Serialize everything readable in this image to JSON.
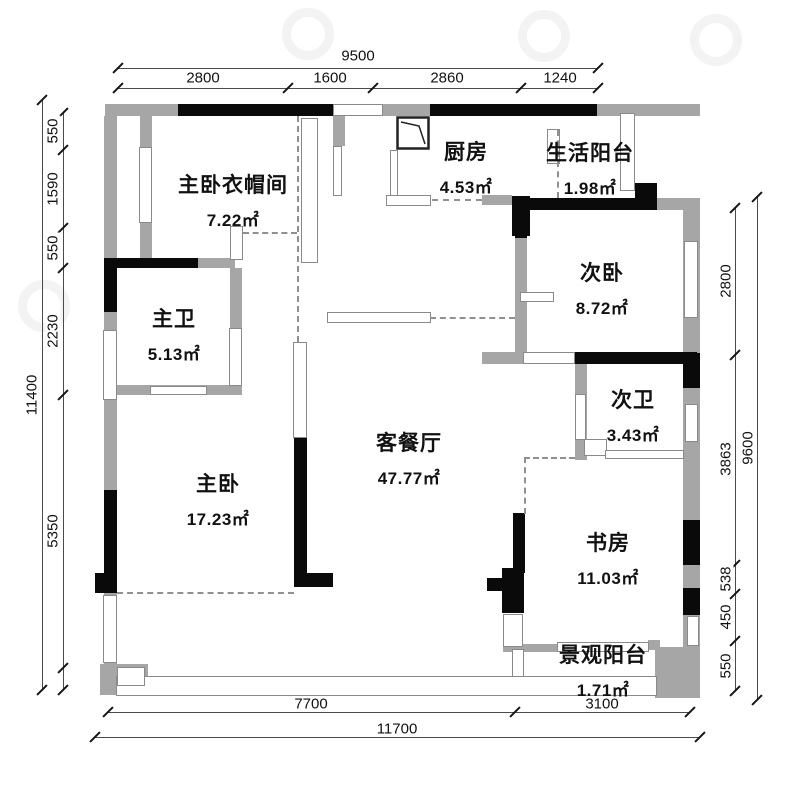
{
  "rooms": [
    {
      "id": "cloakroom",
      "name": "主卧衣帽间",
      "area": "7.22㎡"
    },
    {
      "id": "kitchen",
      "name": "厨房",
      "area": "4.53㎡"
    },
    {
      "id": "service-balcony",
      "name": "生活阳台",
      "area": "1.98㎡"
    },
    {
      "id": "second-bedroom",
      "name": "次卧",
      "area": "8.72㎡"
    },
    {
      "id": "master-bath",
      "name": "主卫",
      "area": "5.13㎡"
    },
    {
      "id": "living-dining",
      "name": "客餐厅",
      "area": "47.77㎡"
    },
    {
      "id": "master-bedroom",
      "name": "主卧",
      "area": "17.23㎡"
    },
    {
      "id": "second-bath",
      "name": "次卫",
      "area": "3.43㎡"
    },
    {
      "id": "study",
      "name": "书房",
      "area": "11.03㎡"
    },
    {
      "id": "view-balcony",
      "name": "景观阳台",
      "area": "1.71㎡"
    }
  ],
  "dimensions": {
    "top": {
      "total": "9500",
      "segments": [
        "2800",
        "1600",
        "2860",
        "1240"
      ]
    },
    "left": {
      "total": "11400",
      "segments": [
        "550",
        "1590",
        "550",
        "2230",
        "5350"
      ]
    },
    "right": {
      "total": "9600",
      "segments": [
        "2800",
        "3863",
        "538",
        "450",
        "550"
      ]
    },
    "bottom": {
      "total": "11700",
      "segments": [
        "7700",
        "3100"
      ]
    }
  },
  "colors": {
    "wall_gray": "#a6a6a6",
    "wall_black": "#0a0a0a",
    "dashed_boundary": "#909090",
    "dimension_line": "#4a4a4a",
    "text": "#111111"
  }
}
